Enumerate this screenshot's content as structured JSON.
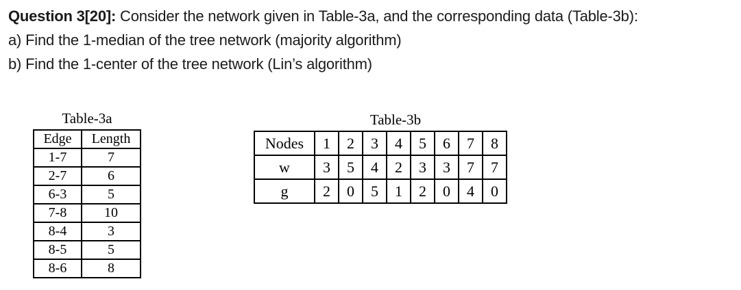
{
  "question": {
    "bold": "Question 3[20]:",
    "rest": " Consider the network given in Table-3a, and the corresponding data (Table-3b):",
    "item_a": "a) Find the 1-median of the tree network (majority algorithm)",
    "item_b": "b) Find the 1-center of the tree network (Lin’s algorithm)"
  },
  "table_3a": {
    "title": "Table-3a",
    "headers": [
      "Edge",
      "Length"
    ],
    "rows": [
      [
        "1-7",
        "7"
      ],
      [
        "2-7",
        "6"
      ],
      [
        "6-3",
        "5"
      ],
      [
        "7-8",
        "10"
      ],
      [
        "8-4",
        "3"
      ],
      [
        "8-5",
        "5"
      ],
      [
        "8-6",
        "8"
      ]
    ]
  },
  "table_3b": {
    "title": "Table-3b",
    "header_label": "Nodes",
    "nodes": [
      "1",
      "2",
      "3",
      "4",
      "5",
      "6",
      "7",
      "8"
    ],
    "rows": [
      {
        "label": "w",
        "values": [
          "3",
          "5",
          "4",
          "2",
          "3",
          "3",
          "7",
          "7"
        ]
      },
      {
        "label": "g",
        "values": [
          "2",
          "0",
          "5",
          "1",
          "2",
          "0",
          "4",
          "0"
        ]
      }
    ]
  },
  "colors": {
    "text": "#1b1b1b",
    "table_border": "#000000"
  }
}
